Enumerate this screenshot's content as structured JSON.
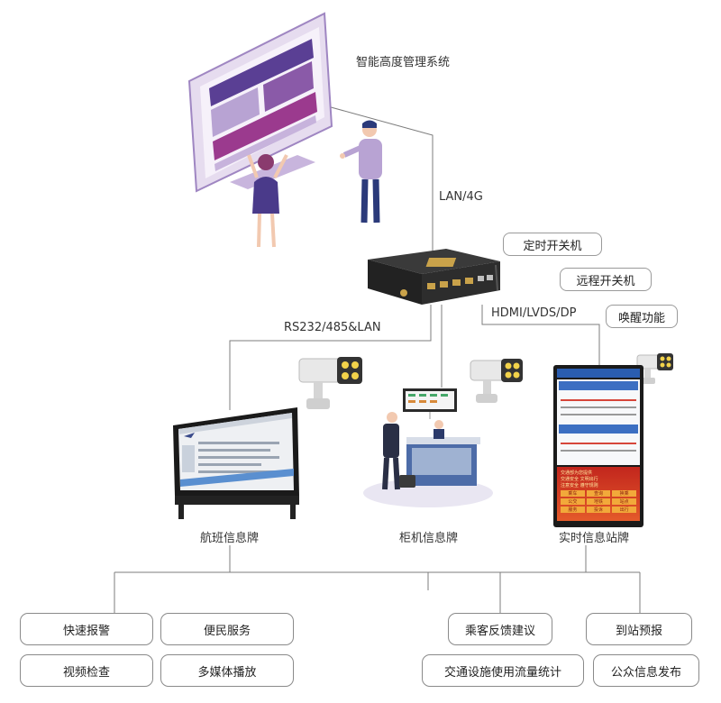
{
  "system": {
    "title": "智能高度管理系统",
    "network": "LAN/4G"
  },
  "gateway": {
    "features": [
      "定时开关机",
      "远程开关机",
      "唤醒功能"
    ],
    "outputs": "HDMI/LVDS/DP",
    "serial": "RS232/485&LAN"
  },
  "displays": [
    {
      "label": "航班信息牌"
    },
    {
      "label": "柜机信息牌"
    },
    {
      "label": "实时信息站牌"
    }
  ],
  "kiosk_screen": {
    "notice_lines": [
      "交通部为您提供",
      "交通安全 文明出行",
      "注意安全 遵守规则"
    ],
    "buttons": [
      "乘车",
      "查询",
      "换乘",
      "公交",
      "地铁",
      "站点",
      "服务",
      "投诉",
      "出行"
    ]
  },
  "services": [
    "快速报警",
    "便民服务",
    "视频检查",
    "多媒体播放",
    "乘客反馈建议",
    "交通设施使用流量统计",
    "到站预报",
    "公众信息发布"
  ],
  "colors": {
    "purple_dark": "#5a3f94",
    "purple_mid": "#8a5aa8",
    "purple_light": "#b8a3d3",
    "accent_magenta": "#9b3a8e",
    "line": "#7c7c7c"
  }
}
